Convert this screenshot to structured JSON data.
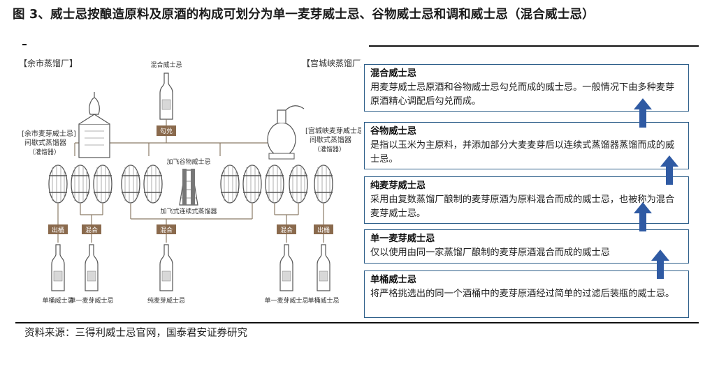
{
  "header": {
    "title": "图 3、威士忌按酿造原料及原酒的构成可划分为单一麦芽威士忌、谷物威士忌和调和威士忌（混合威士忌）"
  },
  "diagram": {
    "left_distillery": "【余市蒸馏厂】",
    "right_distillery": "【宫城峡蒸馏厂】",
    "left_still": "【余市麦芽威士忌】间歇式蒸馏器（灌馏器）",
    "right_still": "【宫城峡麦芽威士忌】间歇式蒸馏器（灌馏器）",
    "left_still_l1": "[余市麦芽威士忌]",
    "left_still_l2": "间歇式蒸馏器",
    "left_still_l3": "（灌馏器）",
    "right_still_l1": "[宫城峡麦芽威士忌]",
    "right_still_l2": "间歇式蒸馏器",
    "right_still_l3": "（灌馏器）",
    "blended_top": "混合威士忌",
    "blend_box": "勾兑",
    "grain_label": "加飞谷物威士忌",
    "continuous_label": "加飞式连续式蒸馏器",
    "labels": {
      "out_barrel": "出桶",
      "mix": "混合"
    },
    "bottom": [
      "单桶威士忌",
      "单一麦芽威士忌",
      "纯麦芽威士忌",
      "单一麦芽威士忌",
      "单桶威士忌"
    ]
  },
  "cards": [
    {
      "title": "混合威士忌",
      "text": "用麦芽威士忌原酒和谷物威士忌勾兑而成的威士忌。一般情况下由多种麦芽原酒精心调配后勾兑而成。"
    },
    {
      "title": "谷物威士忌",
      "text": "是指以玉米为主原料，并添加部分大麦麦芽后以连续式蒸馏器蒸馏而成的威士忌。"
    },
    {
      "title": "纯麦芽威士忌",
      "text": "采用由复数蒸馏厂酿制的麦芽原酒为原料混合而成的威士忌，也被称为混合麦芽威士忌。"
    },
    {
      "title": "单一麦芽威士忌",
      "text": "仅以使用由同一家蒸馏厂酿制的麦芽原酒混合而成的威士忌"
    },
    {
      "title": "单桶威士忌",
      "text": "将严格挑选出的同一个酒桶中的麦芽原酒经过简单的过滤后装瓶的威士忌。"
    }
  ],
  "footer": {
    "source": "资料来源：三得利威士忌官网，国泰君安证券研究"
  },
  "colors": {
    "card_border": "#2e5f8a",
    "arrow": "#2f5aa3",
    "label_fill": "#8a6a4d",
    "line": "#8a7a66"
  }
}
